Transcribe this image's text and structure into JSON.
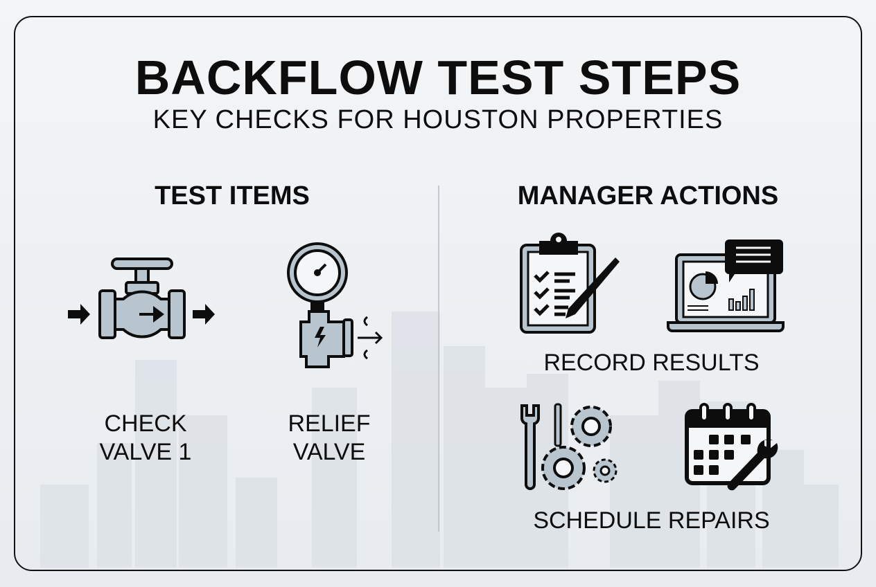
{
  "header": {
    "title": "BACKFLOW TEST STEPS",
    "subtitle": "KEY CHECKS FOR HOUSTON PROPERTIES"
  },
  "left_section": {
    "heading": "TEST ITEMS",
    "items": [
      {
        "icon": "valve-icon",
        "label_line1": "CHECK",
        "label_line2": "VALVE 1"
      },
      {
        "icon": "pressure-gauge-valve-icon",
        "label_line1": "RELIEF",
        "label_line2": "VALVE"
      }
    ]
  },
  "right_section": {
    "heading": "MANAGER ACTIONS",
    "groups": [
      {
        "icons": [
          "clipboard-checklist-icon",
          "laptop-report-icon"
        ],
        "label": "RECORD RESULTS"
      },
      {
        "icons": [
          "tools-gears-icon",
          "calendar-wrench-icon"
        ],
        "label": "SCHEDULE REPAIRS"
      }
    ]
  },
  "colors": {
    "icon_fill": "#b8c4ce",
    "ink": "#0d0d0d",
    "background": "#eef1f4"
  }
}
